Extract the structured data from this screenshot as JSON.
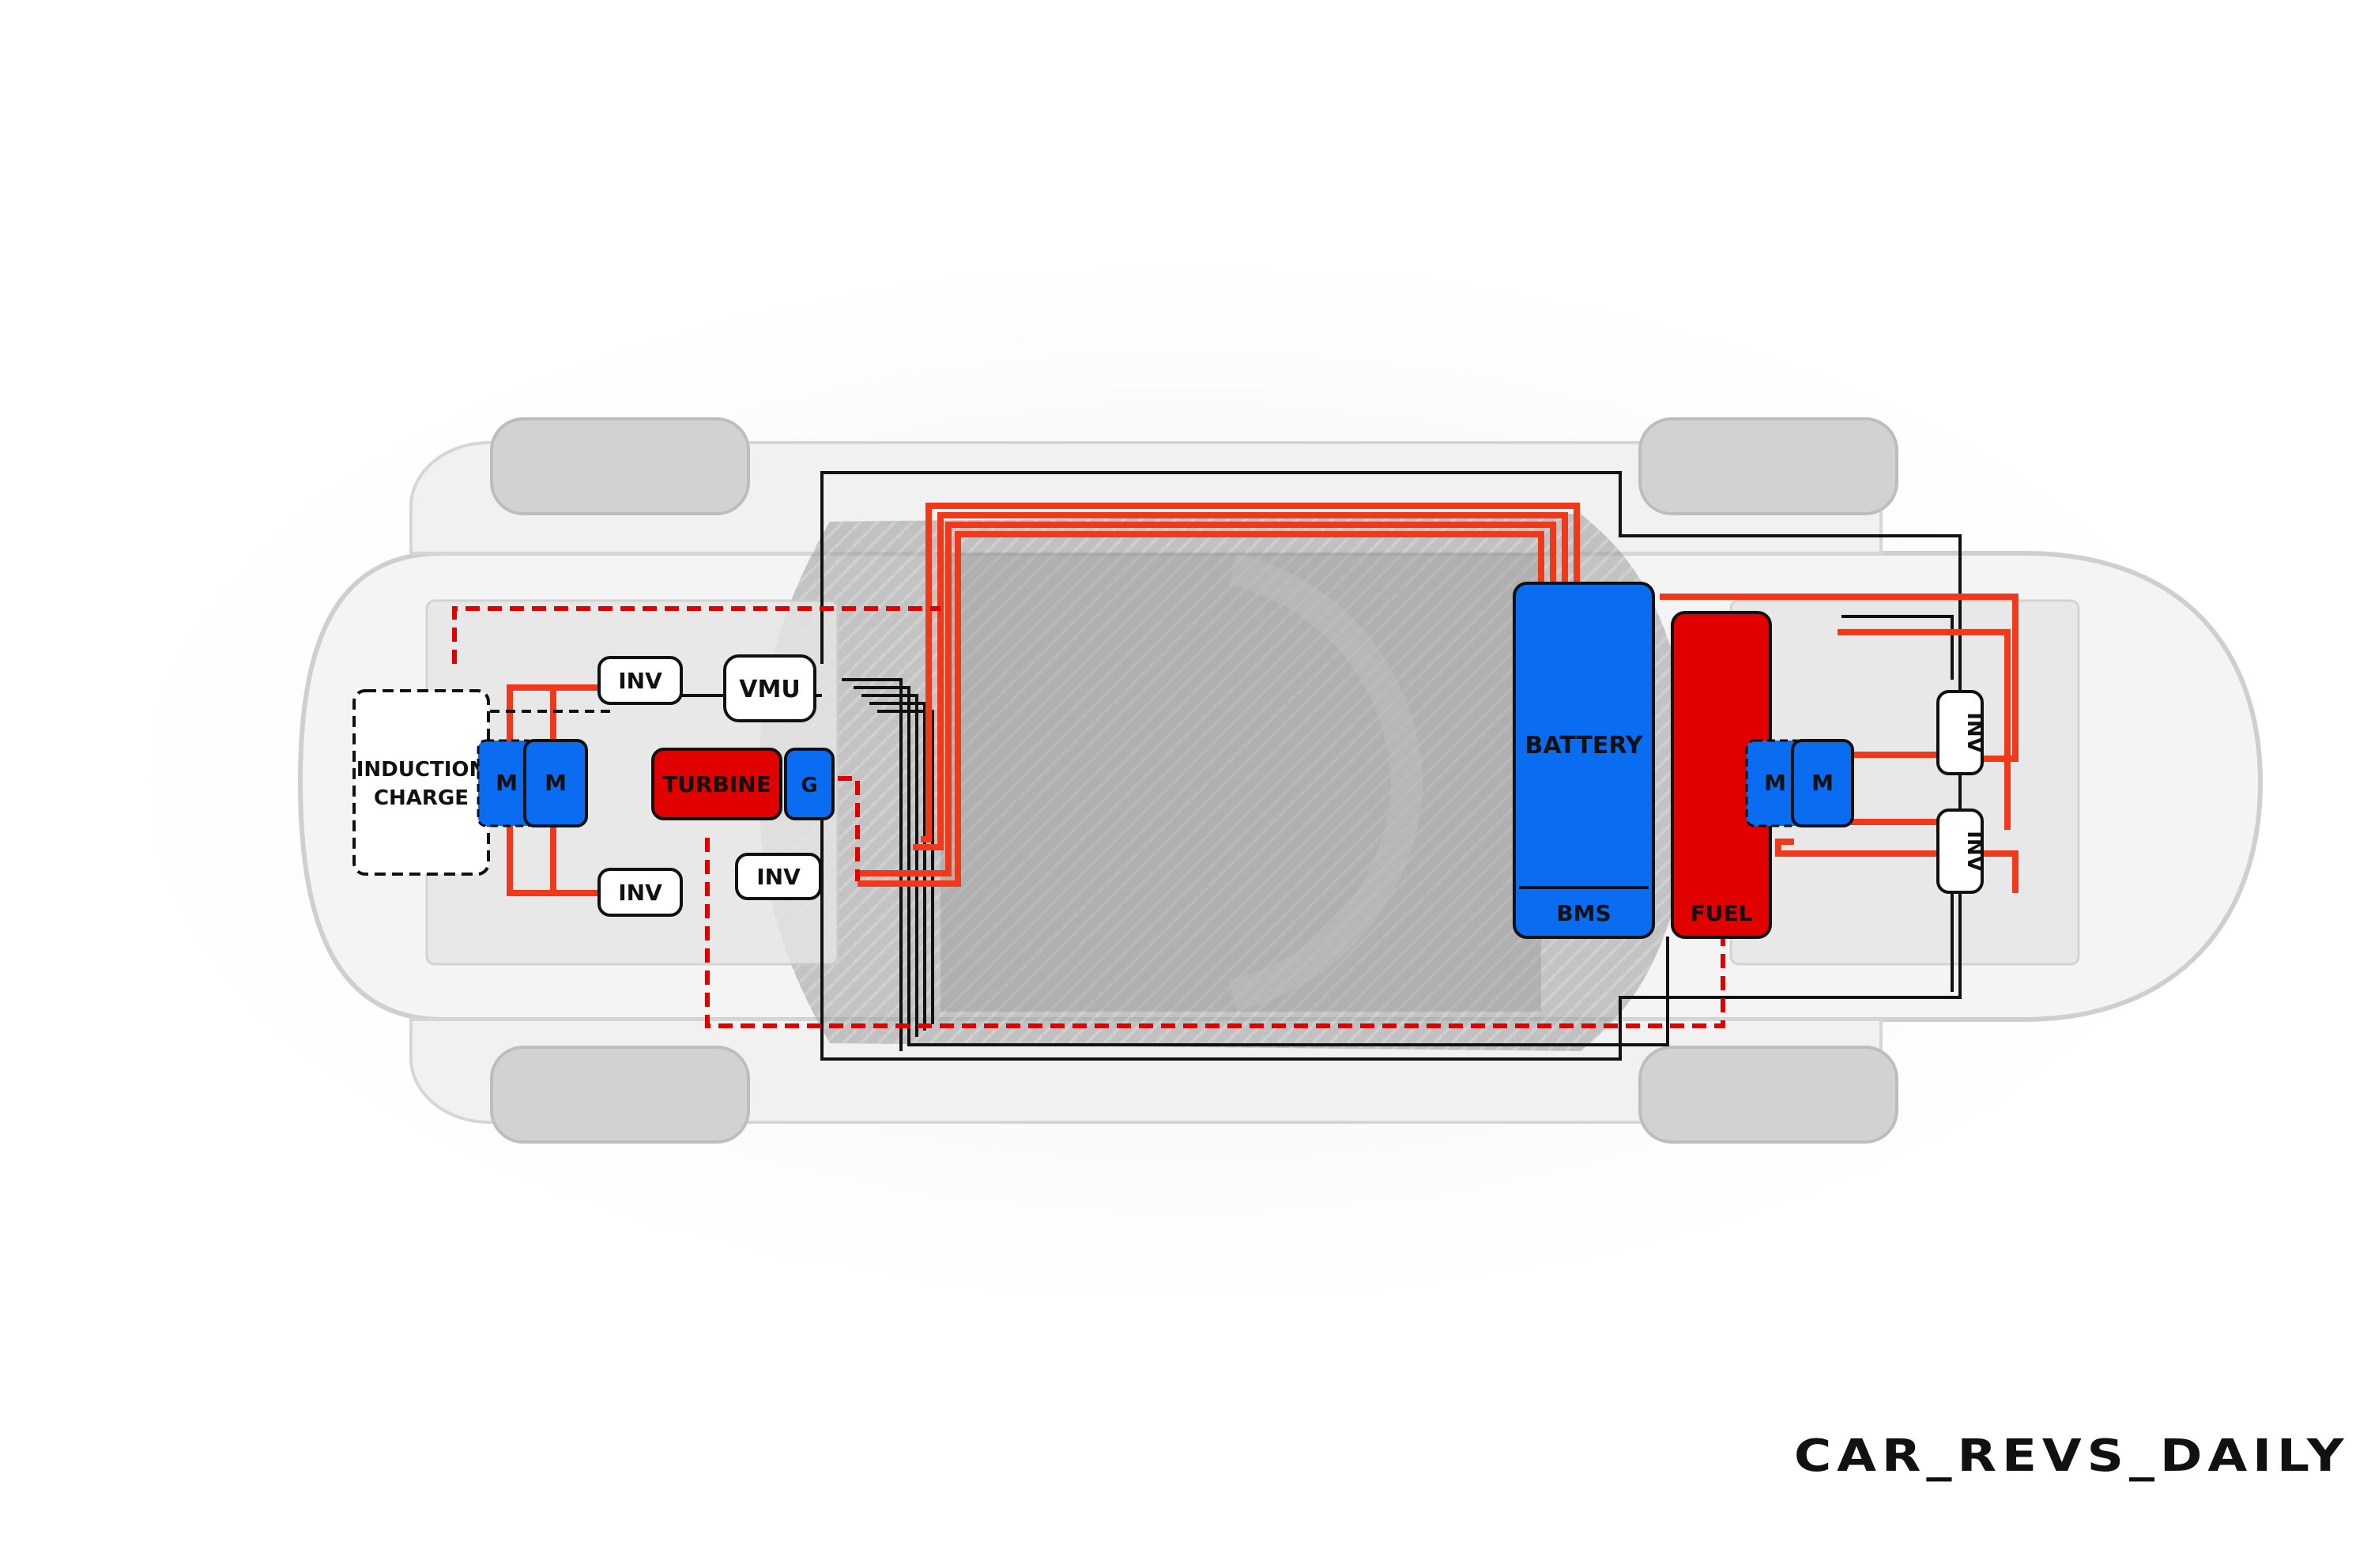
{
  "labels": {
    "induction_line1": "INDUCTION",
    "induction_line2": "CHARGE",
    "front_motor_a": "M",
    "front_motor_b": "M",
    "front_inv_top": "INV",
    "front_inv_bottom": "INV",
    "vmu": "VMU",
    "turbine": "TURBINE",
    "generator": "G",
    "generator_inv": "INV",
    "battery": "BATTERY",
    "bms": "BMS",
    "fuel": "FUEL",
    "rear_motor_a": "M",
    "rear_motor_b": "M",
    "rear_inv_top": "INV",
    "rear_inv_bottom": "INV"
  },
  "watermark": "CAR_REVS_DAILY",
  "colors": {
    "blue": "#0a6cf0",
    "red": "#e00000",
    "power_line": "#f0391a",
    "signal_line": "#111111"
  }
}
